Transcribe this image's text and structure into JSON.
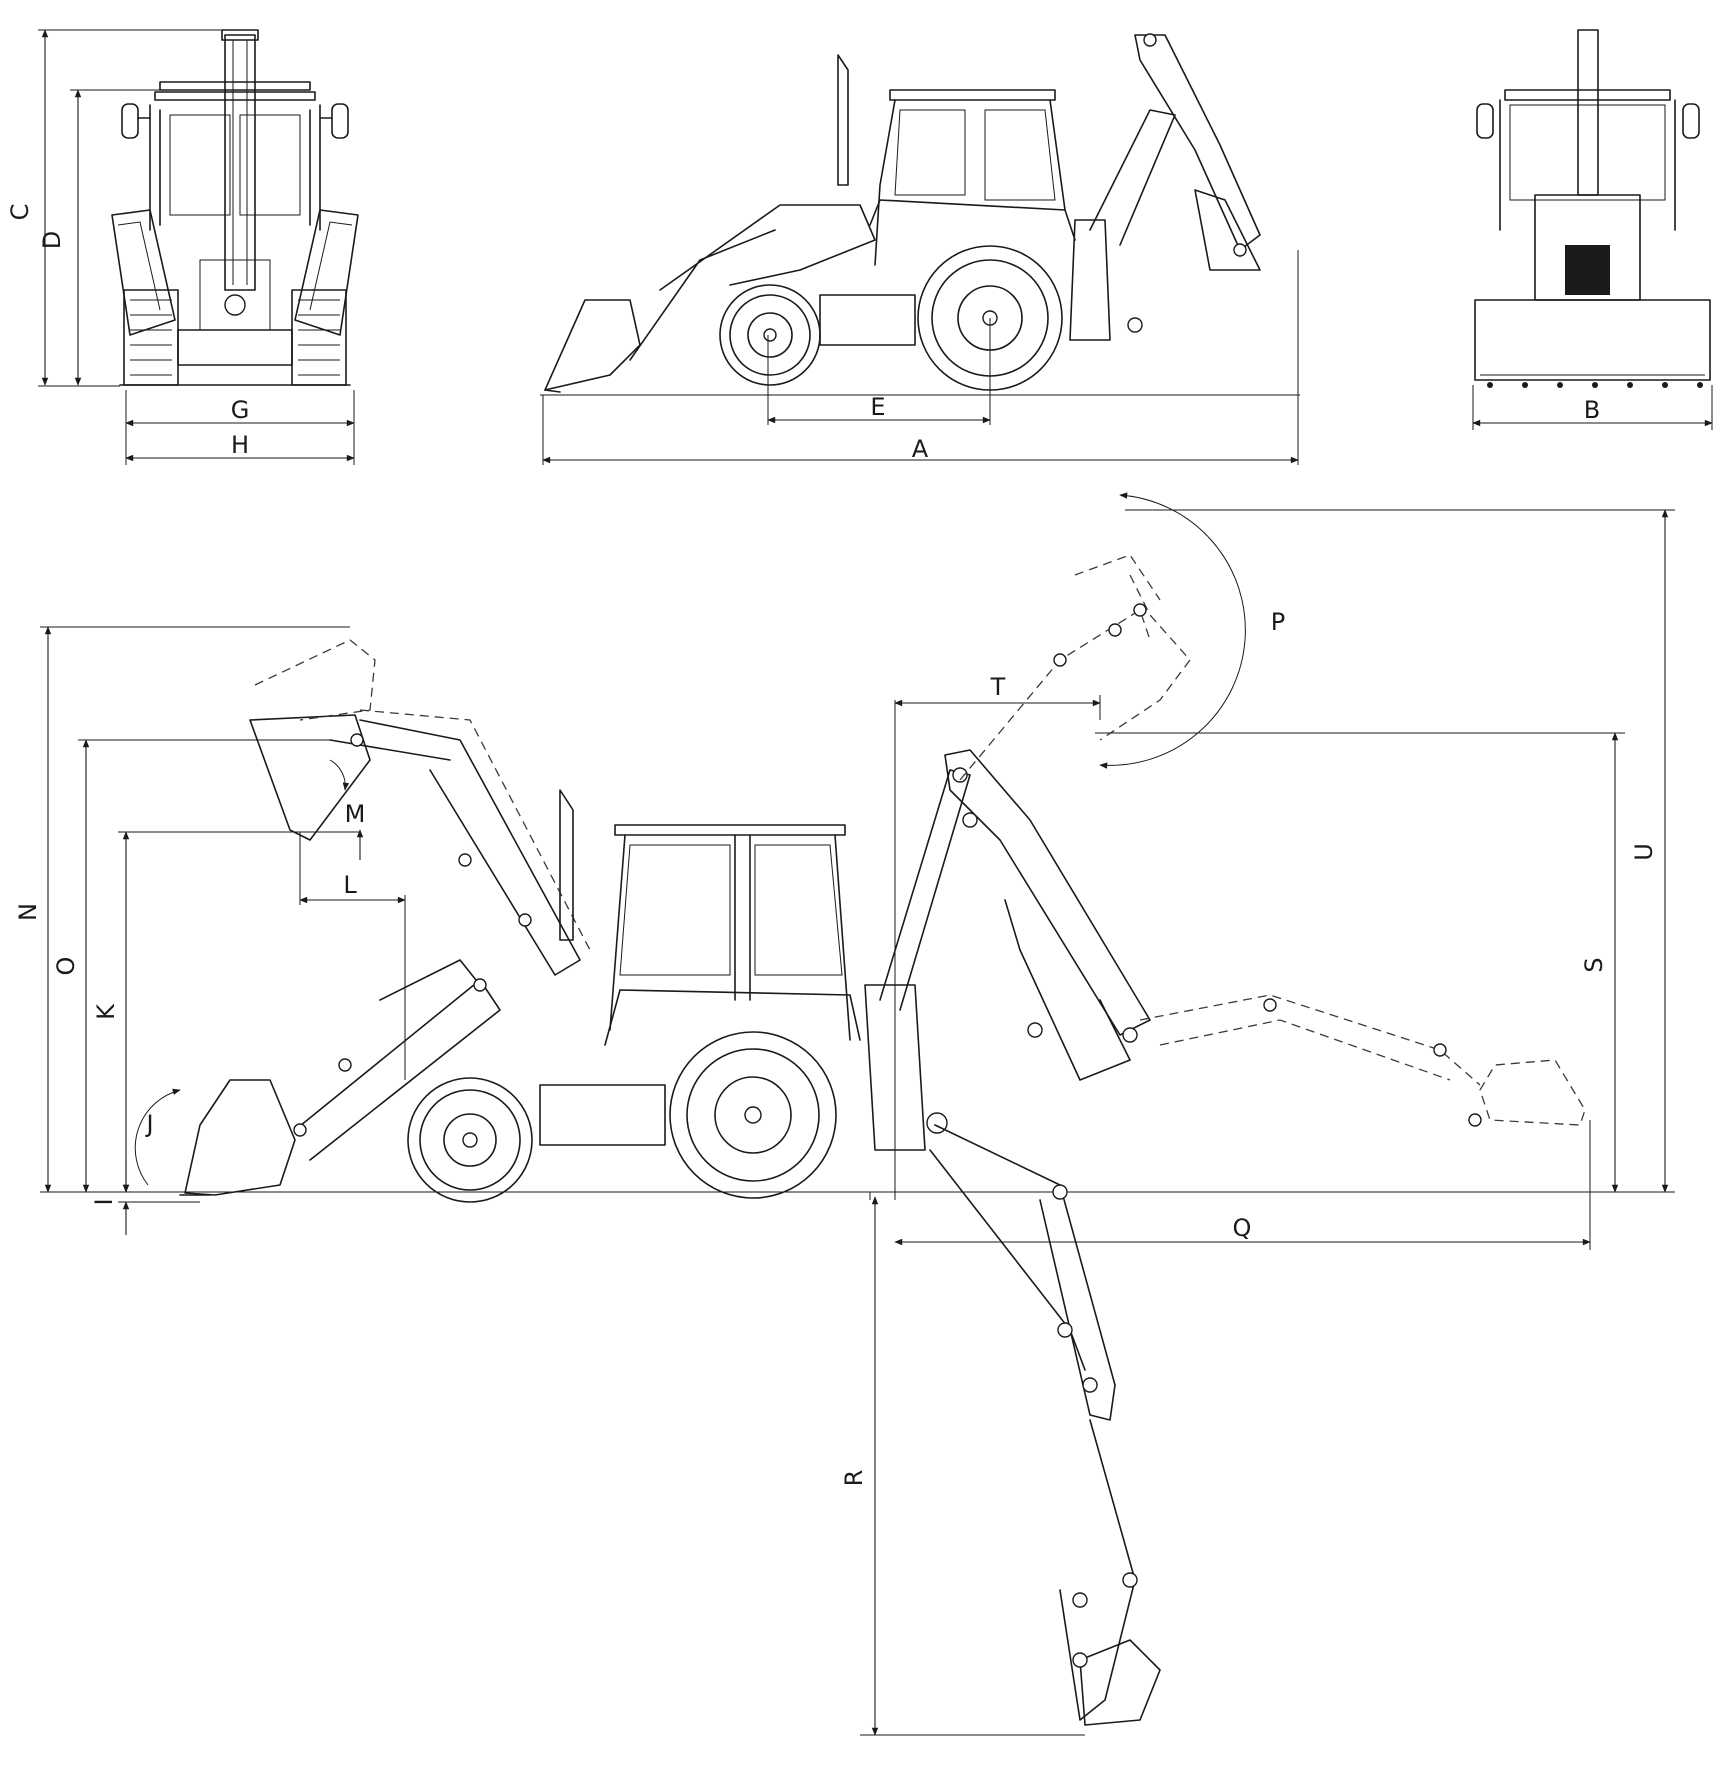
{
  "colors": {
    "line": "#1a1a1a",
    "background": "#ffffff"
  },
  "dimensions": {
    "A": "A",
    "B": "B",
    "C": "C",
    "D": "D",
    "E": "E",
    "G": "G",
    "H": "H",
    "I": "I",
    "J": "J",
    "K": "K",
    "L": "L",
    "M": "M",
    "N": "N",
    "O": "O",
    "P": "P",
    "Q": "Q",
    "R": "R",
    "S": "S",
    "T": "T",
    "U": "U"
  }
}
